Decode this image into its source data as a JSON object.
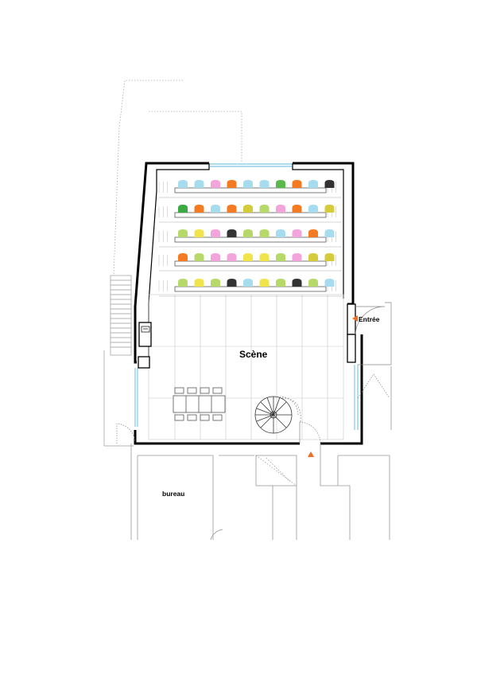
{
  "labels": {
    "stage": "Scène",
    "entrance": "Entrée",
    "office": "bureau"
  },
  "colors": {
    "wall": "#000000",
    "thin_line": "#9a9a9a",
    "glass": "#7fc8e6",
    "arrow": "#f26c21"
  },
  "seating": {
    "rows": [
      [
        "#a7dcef",
        "#a7dcef",
        "#f2a5da",
        "#f47b22",
        "#a7dcef",
        "#a7dcef",
        "#5bb84a",
        "#f47b22",
        "#a7dcef",
        "#333333"
      ],
      [
        "#3aaa43",
        "#f47b22",
        "#a7dcef",
        "#f47b22",
        "#d4cc3a",
        "#b6d96a",
        "#f2a5da",
        "#f47b22",
        "#a7dcef",
        "#d4cc3a"
      ],
      [
        "#b6d96a",
        "#f0e44a",
        "#f2a5da",
        "#333333",
        "#b6d96a",
        "#b6d96a",
        "#a7dcef",
        "#f2a5da",
        "#f47b22",
        "#a7dcef"
      ],
      [
        "#f47b22",
        "#b6d96a",
        "#f2a5da",
        "#f2a5da",
        "#f0e44a",
        "#f0e44a",
        "#b6d96a",
        "#f2a5da",
        "#d4cc3a",
        "#d4cc3a"
      ],
      [
        "#b6d96a",
        "#f0e44a",
        "#b6d96a",
        "#333333",
        "#a7dcef",
        "#f0e44a",
        "#b6d96a",
        "#333333",
        "#b6d96a",
        "#a7dcef"
      ]
    ]
  }
}
